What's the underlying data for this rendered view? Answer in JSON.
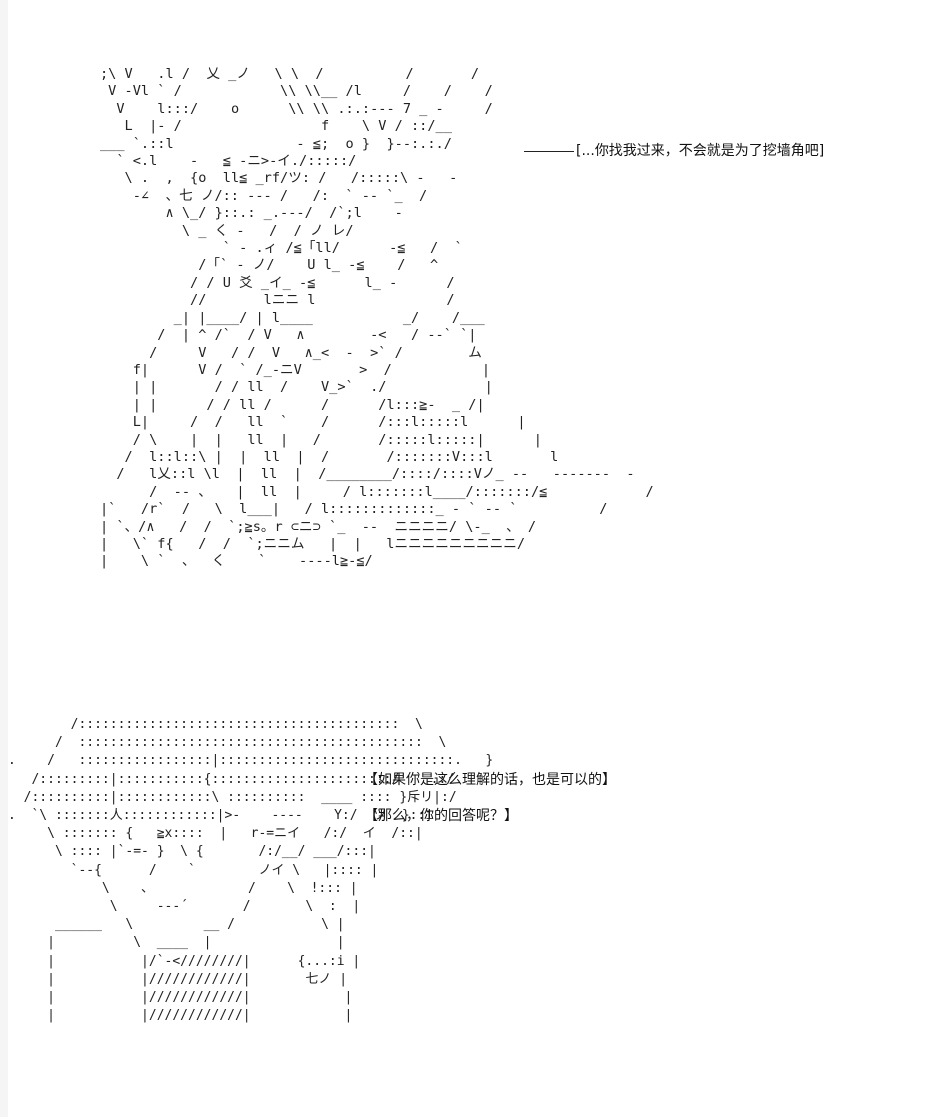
{
  "scene_top": {
    "ascii_art": ";\\ V   .l /  乂 _ノ   \\ \\  /          /       /\n V ‐Vl ` /            \\\\ \\\\__ /l     /    /    /\n  V    l:::/    o      \\\\ \\\\ .:.:-‐‐ 7 _ -     /\n   L  |‐ /                 f    \\ V / ::/__\n___ `.::l               - ≦;  o }  }‐‐:.:./\n  ` <.l    -   ≦ -ニ>-イ./:::::/\n   \\ .  ,  {o  ll≦ _rf/ツ: /   /:::::\\ -   -\n    -∠  、七 ノ/:: ‐‐‐ /   /:  ` ‐‐ `_  /\n        ∧ \\_/ }::.: _.‐‐‐/  /`;l    -\n          \\ _ く -   /  / ノ レ/\n               ` - .ィ /≦「ll/      -≦   /  `\n            /「` - ノ/    U l_ -≦    /   ^\n           / / U 爻 _イ_ -≦      l_ -      /\n           //       lニニ l                /\n         _| |____/ | l____           _/    /___\n       /  | ^ /`  / V   ∧        -<   / -‐` `|\n      /     V   / /  V   ∧_<  -  >` /        ム\n    f|      V /  ` /_-ニV       >  /           |\n    | |       / / ll  /    V_>`  ./            |\n    | |      / / ll /      /      /l:::≧‐  _ /|\n    L|     /  /   ll  `    /      /:::l:::::l      |\n    / \\    |  |   ll  |   /       /:::::l:::::|      |\n   /  l::l::\\ |  |  ll  |  /       /:::::::V:::l       l\n  /   l乂::l \\l  |  ll  |  /________/::::/::::Vノ_ -‐   ‐‐‐‐‐‐‐  ‐\n      /  -‐ 、   |  ll  |     / l:::::::l____/:::::::/≦            /\n|`   /r`  /   \\  l___|   / l:::::::::::::_ - ` -‐ `          /\n| `、/∧   /  /  `;≧s。r ⊂ニ⊃ `_  ‐‐  ニニニニ/ \\‐_  、 /\n|   \\` f{   /  /  `;ニニム   |  |   lニニニニニニニニニ/    \n|    \\ `  、  く    `    ‐‐‐‐l≧‐≦/",
    "pointer_text": "[...你找我过来，不会就是为了挖墙角吧]"
  },
  "scene_bottom": {
    "ascii_art": "        /:::::::::::::::::::::::::::::::::::::::::  \\\n      /  ::::::::::::::::::::::::::::::::::::::::::::  \\\n.    /   :::::::::::::::::|::::::::::::::::::::::::::::::.   }\n   /:::::::::|:::::::::::{:::::::::::::::::::::::/  ` .:/\n  /::::::::::|::::::::::::\\ ::::::::::  ____ :::: }斥リ|:/\n.  `\\ :::::::人::::::::::::|>‐    ‐‐‐‐    Y:/  ツ  }::i\n     \\ ::::::: {   ≧x::::  |   r‐=ニイ   /:/  イ  /::|\n      \\ :::: |`‐=- }  \\ {       /:/__/ ___/:::|\n        `‐‐{      /    `        ノイ \\   |:::: |\n            \\    、            /    \\  !::: |\n             \\     -‐-´       /       \\  :  |\n      ______   \\         __ /           \\ |\n     |          \\  ____  |                |\n     |           |/`‐<////////|      {...:i |\n     |           |////////////|       七ノ |\n     |           |////////////|            |\n     |           |////////////|            |",
    "dialogue_1": "【如果你是这么理解的话，也是可以的】",
    "dialogue_2": "【那么，你的回答呢？】"
  }
}
